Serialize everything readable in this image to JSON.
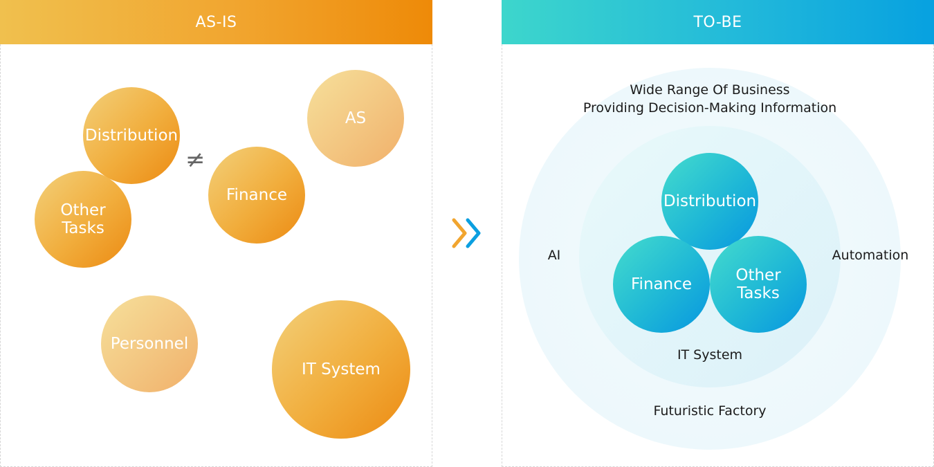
{
  "as_is": {
    "title": "AS-IS",
    "not_equal_symbol": "≠",
    "bubbles": {
      "distribution": "Distribution",
      "as": "AS",
      "finance": "Finance",
      "other_tasks": "Other\nTasks",
      "personnel": "Personnel",
      "it_system": "IT System"
    }
  },
  "to_be": {
    "title": "TO-BE",
    "top_text_line1": "Wide Range Of Business",
    "top_text_line2": "Providing Decision-Making Information",
    "left_label": "AI",
    "right_label": "Automation",
    "inner_label": "IT System",
    "outer_label": "Futuristic Factory",
    "bubbles": {
      "distribution": "Distribution",
      "finance": "Finance",
      "other_tasks": "Other\nTasks"
    }
  },
  "colors": {
    "orange_accent": "#ee8a08",
    "blue_accent": "#07a1e0"
  }
}
